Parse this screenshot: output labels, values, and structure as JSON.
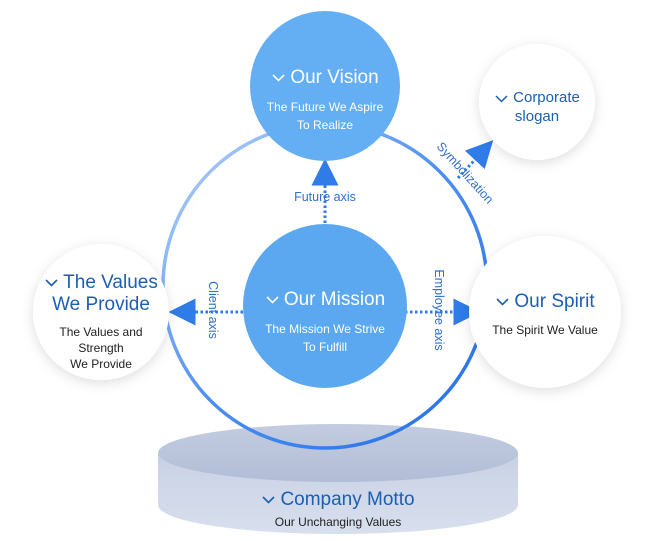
{
  "motto": {
    "title": "Company Motto",
    "subtitle": "Our Unchanging Values"
  },
  "vision": {
    "title": "Our Vision",
    "subtitle_line1": "The Future We Aspire",
    "subtitle_line2": "To Realize"
  },
  "mission": {
    "title": "Our Mission",
    "subtitle_line1": "The Mission We Strive",
    "subtitle_line2": "To Fulfill"
  },
  "values": {
    "title_line1": "The Values",
    "title_line2": "We Provide",
    "subtitle_line1": "The Values and",
    "subtitle_line2": "Strength",
    "subtitle_line3": "We Provide"
  },
  "spirit": {
    "title": "Our Spirit",
    "subtitle": "The Spirit We Value"
  },
  "slogan": {
    "title_line1": "Corporate",
    "title_line2": "slogan"
  },
  "axes": {
    "future": "Future axis",
    "client": "Client axis",
    "employee": "Employee axis",
    "symbolization": "Symbolization"
  },
  "colors": {
    "vision_fill": "#64aef4",
    "mission_fill": "#5ca8f0",
    "ring": "#2f7be8",
    "accent_text": "#1a5fb4",
    "pedestal": "#b9c4dc"
  },
  "icons": {
    "heading_marker": "chevron-down-icon"
  }
}
